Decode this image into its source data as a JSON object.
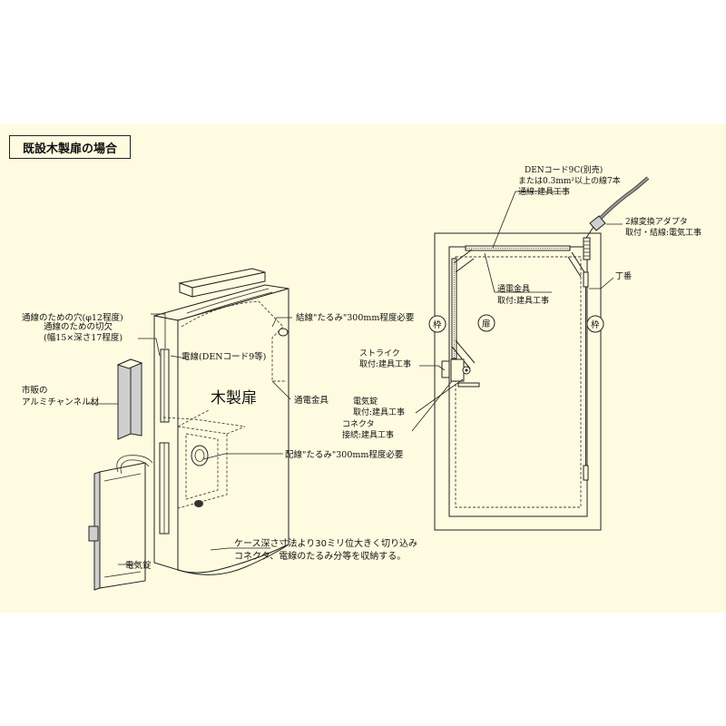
{
  "title": "既設木製扉の場合",
  "left": {
    "door_label": "木製扉",
    "hole_label": "通線のための穴(φ12程度)",
    "notch_line1": "通線のための切欠",
    "notch_line2": "(幅15×深さ17程度)",
    "channel_line1": "市販の",
    "channel_line2": "アルミチャンネル材",
    "slack_wire": "結線\"たるみ\"300mm程度必要",
    "cable": "電線(DENコード9等)",
    "transfer": "通電金具",
    "slack_route": "配線\"たるみ\"300mm程度必要",
    "lock": "電気錠",
    "note_line1": "ケース深さ寸法より30ミリ位大きく切り込み",
    "note_line2": "コネクタ、電線のたるみ分等を収納する。"
  },
  "right": {
    "den_line1": "DENコード9C(別売)",
    "den_line2": "または0.3mm²以上の線7本",
    "den_line3": "通線:建具工事",
    "adapter_line1": "2線変換アダプタ",
    "adapter_line2": "取付・結線:電気工事",
    "hinge": "丁番",
    "transfer_line1": "通電金具",
    "transfer_line2": "取付:建具工事",
    "frame_left": "枠",
    "door": "扉",
    "frame_right": "枠",
    "strike_line1": "ストライク",
    "strike_line2": "取付:建具工事",
    "lock_line1": "電気錠",
    "lock_line2": "取付:建具工事",
    "connector_line1": "コネクタ",
    "connector_line2": "接続:建具工事"
  }
}
